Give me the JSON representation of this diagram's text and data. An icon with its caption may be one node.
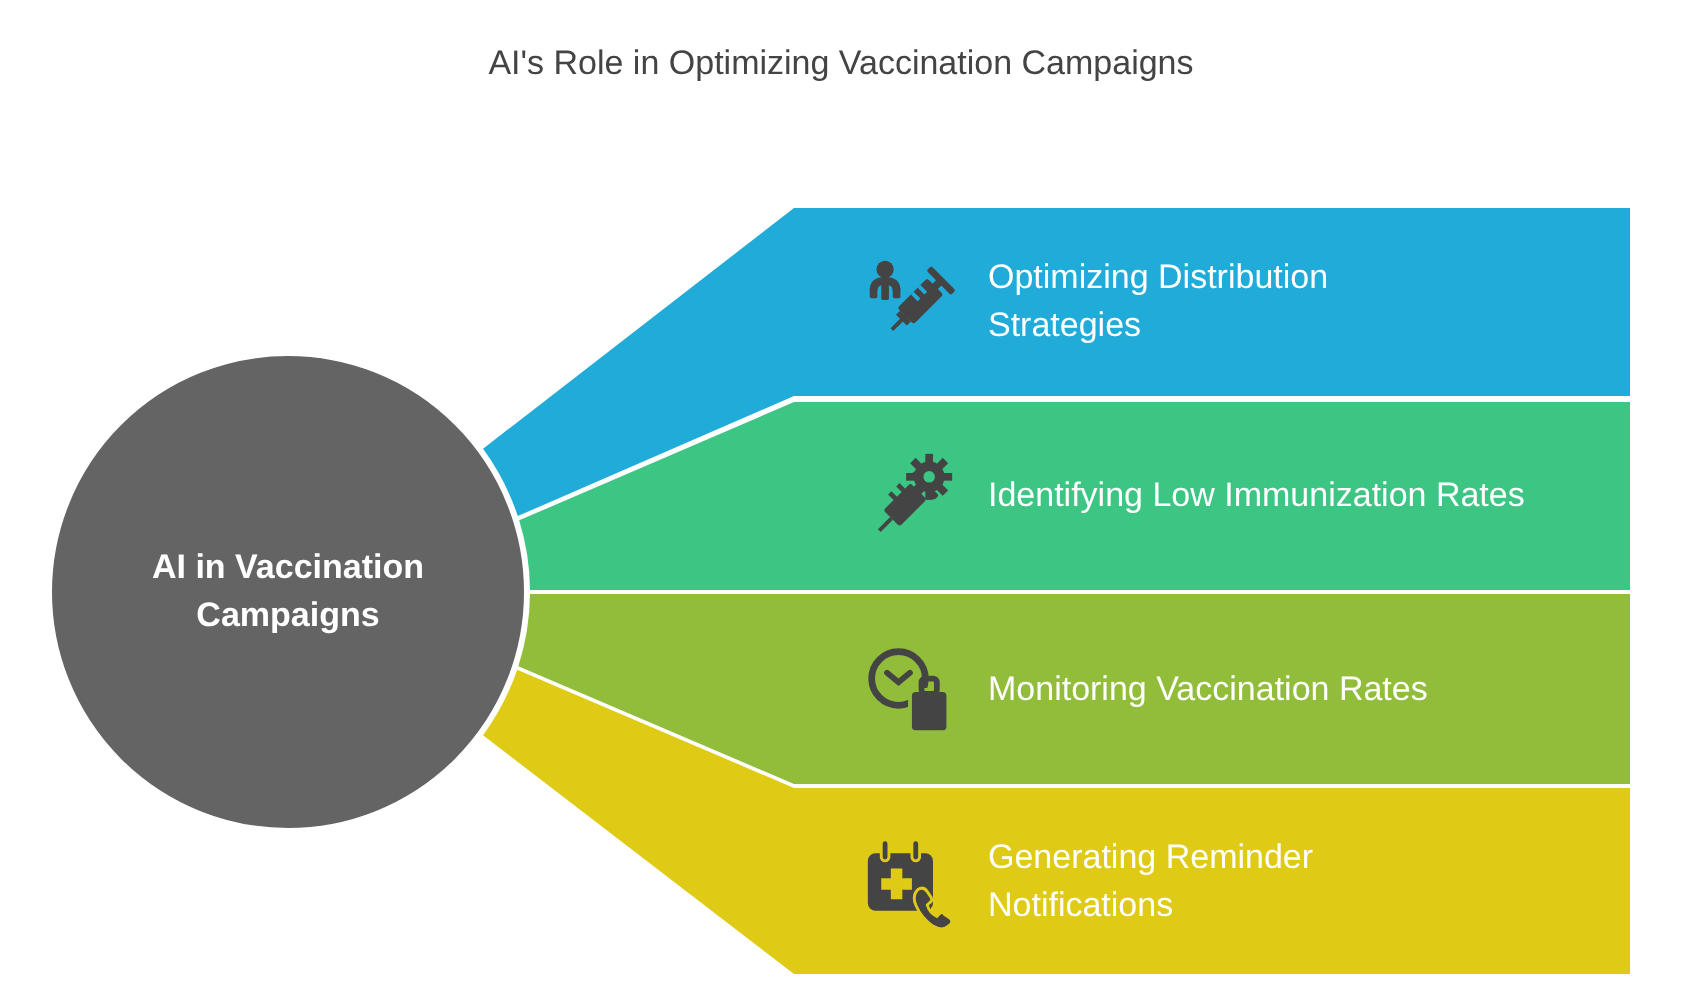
{
  "diagram": {
    "title": "AI's Role in Optimizing Vaccination Campaigns",
    "nodes": [
      {
        "text": [
          "AI in Vaccination Campaigns"
        ]
      },
      {
        "text": [
          "Optimizing Distribution Strategies"
        ]
      },
      {
        "text": [
          "Identifying Low Immunization Rates"
        ]
      },
      {
        "text": [
          "Monitoring Vaccination Rates"
        ]
      },
      {
        "text": [
          "Generating Reminder Notifications"
        ]
      }
    ]
  }
}
